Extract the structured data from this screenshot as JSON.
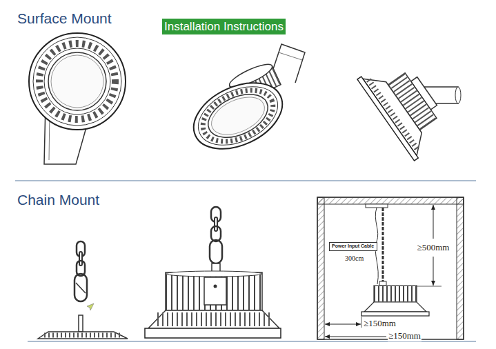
{
  "diagram": {
    "title": "Installation Instructions",
    "nodes": [
      {
        "text": [
          "Power Input Cable"
        ]
      }
    ],
    "labels": [
      "Surface Mount",
      "Chain Mount",
      "300cm",
      "≥500mm",
      "≥150mm",
      "≥150mm"
    ]
  }
}
